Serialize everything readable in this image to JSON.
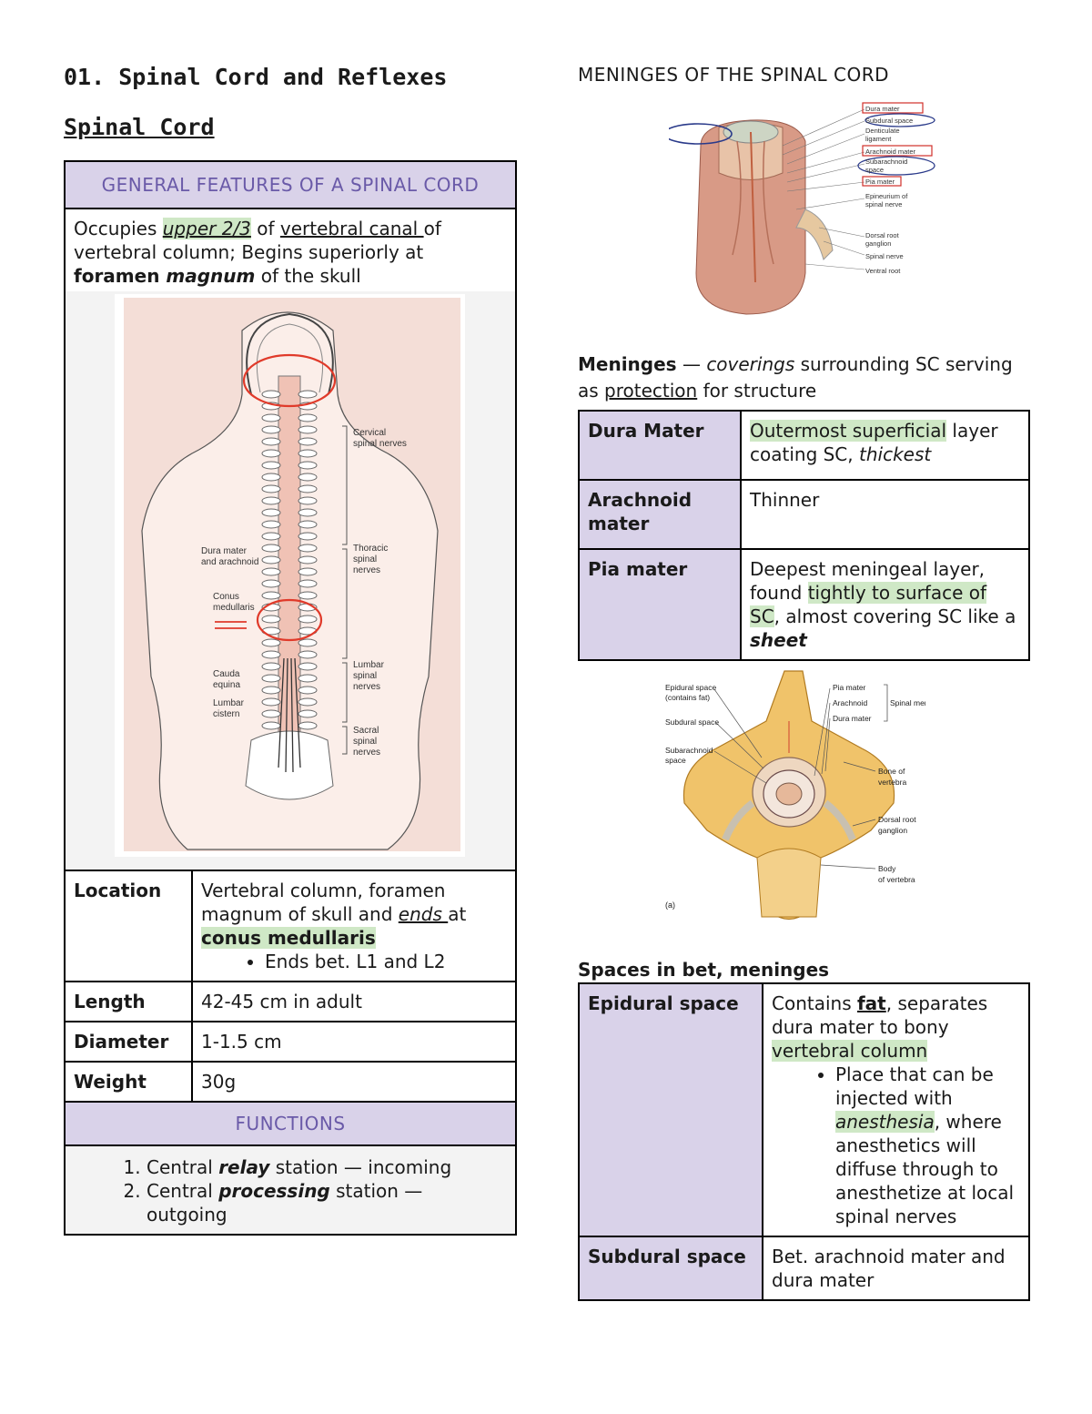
{
  "title": "01. Spinal Cord and Reflexes",
  "section": "Spinal Cord",
  "general_features": {
    "header": "GENERAL FEATURES OF A SPINAL CORD",
    "intro": {
      "p1": "Occupies ",
      "upper": "upper 2/3",
      "p2": " of ",
      "canal": "vertebral canal ",
      "p3": "of vertebral column; Begins superiorly at ",
      "foramen": "foramen ",
      "magnum": "magnum",
      "p4": " of the skull"
    },
    "figure_labels": {
      "cervical": [
        "Cervical",
        "spinal nerves"
      ],
      "thoracic": [
        "Thoracic",
        "spinal",
        "nerves"
      ],
      "lumbar": [
        "Lumbar",
        "spinal",
        "nerves"
      ],
      "sacral": [
        "Sacral",
        "spinal",
        "nerves"
      ],
      "dura": [
        "Dura mater",
        "and arachnoid"
      ],
      "conus": [
        "Conus",
        "medullaris"
      ],
      "cauda": [
        "Cauda",
        "equina"
      ],
      "cistern": [
        "Lumbar",
        "cistern"
      ]
    },
    "location": {
      "label": "Location",
      "text": "Vertebral column, foramen magnum of skull and ",
      "ends": "ends ",
      "at": "at",
      "conus": "conus medullaris",
      "bullet": "Ends bet. L1 and L2"
    },
    "length": {
      "label": "Length",
      "value": "42-45 cm in adult"
    },
    "diameter": {
      "label": "Diameter",
      "value": "1-1.5 cm"
    },
    "weight": {
      "label": "Weight",
      "value": "30g"
    },
    "functions_header": "FUNCTIONS",
    "functions": {
      "f1": {
        "a": "Central ",
        "b": "relay",
        "c": " station — incoming"
      },
      "f2": {
        "a": "Central ",
        "b": "processing",
        "c": " station — outgoing"
      }
    }
  },
  "meninges": {
    "heading": "MENINGES OF THE SPINAL CORD",
    "fig1_labels": {
      "dura": "Dura mater",
      "subdural": "Subdural space",
      "denticulate": [
        "Denticulate",
        "ligament"
      ],
      "arachnoid": "Arachnoid mater",
      "subarachnoid": [
        "Subarachnoid",
        "space"
      ],
      "pia": "Pia mater",
      "epineurium": [
        "Epineurium of",
        "spinal nerve"
      ],
      "drg": [
        "Dorsal root",
        "ganglion"
      ],
      "spinal_nerve": "Spinal nerve",
      "ventral": "Ventral root"
    },
    "desc": {
      "a": "Meninges",
      "b": " — ",
      "c": "coverings",
      "d": " surrounding SC serving as ",
      "e": "protection",
      "f": " for structure"
    },
    "rows": {
      "dura": {
        "label": "Dura Mater",
        "hl": "Outermost superficial",
        "rest": " layer coating SC, ",
        "thick": "thickest"
      },
      "arachnoid": {
        "label": "Arachnoid mater",
        "value": "Thinner"
      },
      "pia": {
        "label": "Pia mater",
        "a": "Deepest meningeal layer, found ",
        "hl1": "tightly to surface of SC",
        "b": ", almost covering SC like a ",
        "sheet": "sheet"
      }
    },
    "fig2_labels": {
      "epidural": [
        "Epidural space",
        "(contains fat)"
      ],
      "subdural": "Subdural space",
      "subarachnoid": [
        "Subarachnoid",
        "space"
      ],
      "pia": "Pia mater",
      "arachnoid": "Arachnoid",
      "dura": "Dura mater",
      "spinal_meninges": "Spinal meninges",
      "bone": [
        "Bone of",
        "vertebra"
      ],
      "drg": [
        "Dorsal root",
        "ganglion"
      ],
      "body": [
        "Body",
        "of vertebra"
      ],
      "letter": "(a)"
    }
  },
  "spaces": {
    "title": "Spaces in bet, meninges",
    "epidural": {
      "label": "Epidural space",
      "a": "Contains ",
      "fat": "fat",
      "b": ", separates dura mater to bony ",
      "vc": "vertebral column",
      "bullet_a": "Place that can be injected with ",
      "anes": "anesthesia",
      "bullet_b": ", where anesthetics will diffuse through to anesthetize at local spinal nerves"
    },
    "subdural": {
      "label": "Subdural space",
      "value": "Bet. arachnoid mater and dura mater"
    }
  }
}
